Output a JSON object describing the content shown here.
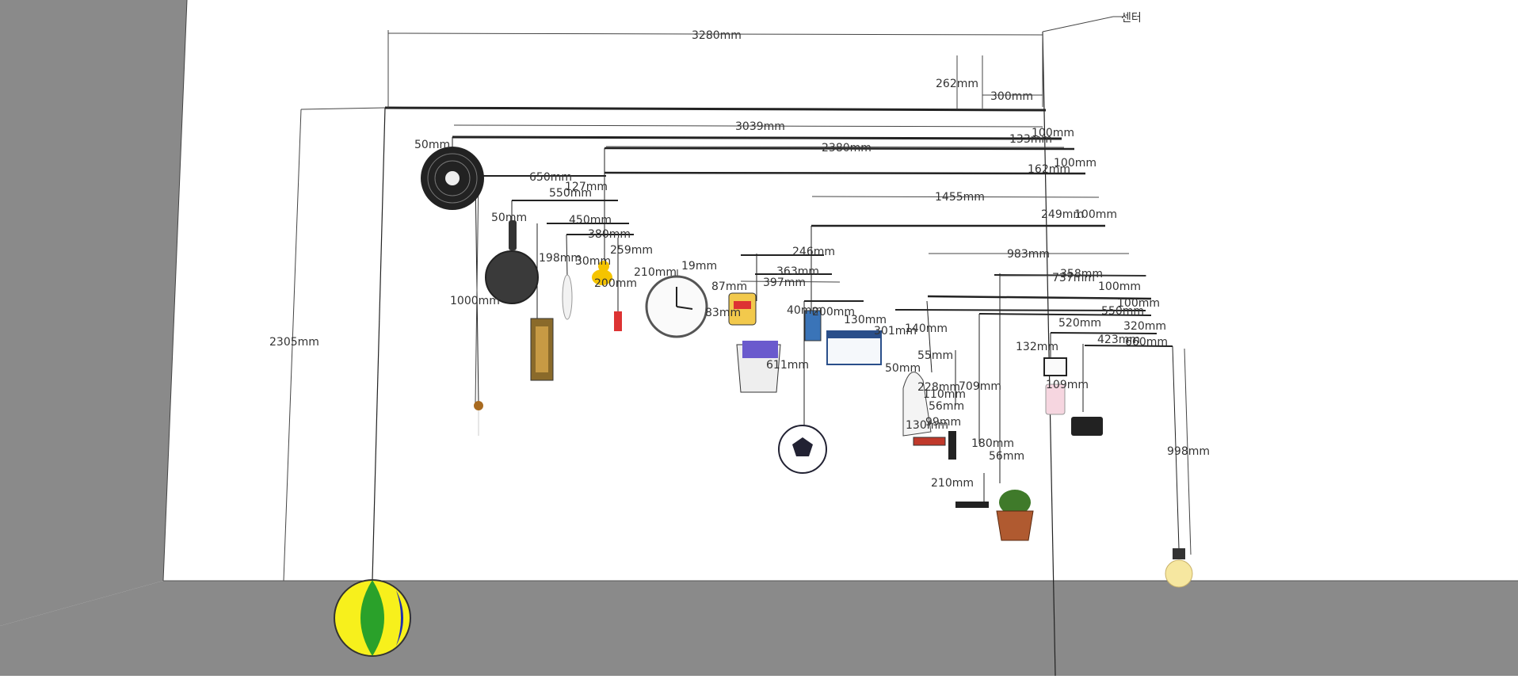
{
  "title": "",
  "center_label": "센터",
  "dimensions": {
    "overall_width": "3280mm",
    "total_height": "2305mm",
    "top_offset": "262mm",
    "center_offset": "300mm",
    "arm1": "3039mm",
    "arm1_right_a": "100mm",
    "arm1_right_b": "133mm",
    "fan_drop": "50mm",
    "arm2": "2380mm",
    "arm2_right_a": "100mm",
    "arm2_right_b": "162mm",
    "arm3": "650mm",
    "arm3b": "127mm",
    "arm4": "550mm",
    "pan_drop": "50mm",
    "arm5": "450mm",
    "arm6": "380mm",
    "duck_drop": "198mm",
    "clock_arm": "259mm",
    "lamp_drop": "1000mm",
    "small_a": "30mm",
    "small_b": "200mm",
    "small_c": "210mm",
    "small_d": "19mm",
    "arm_mid": "1455mm",
    "arm_mid_r1": "249mm",
    "arm_mid_r2": "100mm",
    "snack_arm": "397mm",
    "snack_arm2": "246mm",
    "snack_arm3": "363mm",
    "snack_drop": "87mm",
    "snack_drop2": "83mm",
    "jug_drop": "611mm",
    "card_drop": "40mm",
    "box_drop": "200mm",
    "box_arm": "130mm",
    "box_arm2": "301mm",
    "arm_right": "983mm",
    "arm_right_r1": "358mm",
    "arm_right_r2": "737mm",
    "arm_right_r3": "100mm",
    "arm_right_r4": "100mm",
    "arm_right_r5": "550mm",
    "arm_right_r6": "520mm",
    "arm_right_r7": "320mm",
    "arm_right_r8": "423mm",
    "arm_right_r9": "660mm",
    "hat_a": "140mm",
    "hat_b": "50mm",
    "hat_c": "55mm",
    "hat_d": "228mm",
    "hat_e": "110mm",
    "hat_f": "56mm",
    "hat_g": "130mm",
    "hat_h": "99mm",
    "plant_drop": "709mm",
    "plant_arm": "180mm",
    "plant_arm2": "56mm",
    "clamp_drop": "210mm",
    "cup_arm": "132mm",
    "cup_drop": "109mm",
    "bulb_drop": "998mm"
  },
  "colors": {
    "floor": "#8a8a8a",
    "left_wall": "#8a8a8a",
    "wall": "#ffffff",
    "line": "#222222",
    "dim_line": "#444444"
  }
}
